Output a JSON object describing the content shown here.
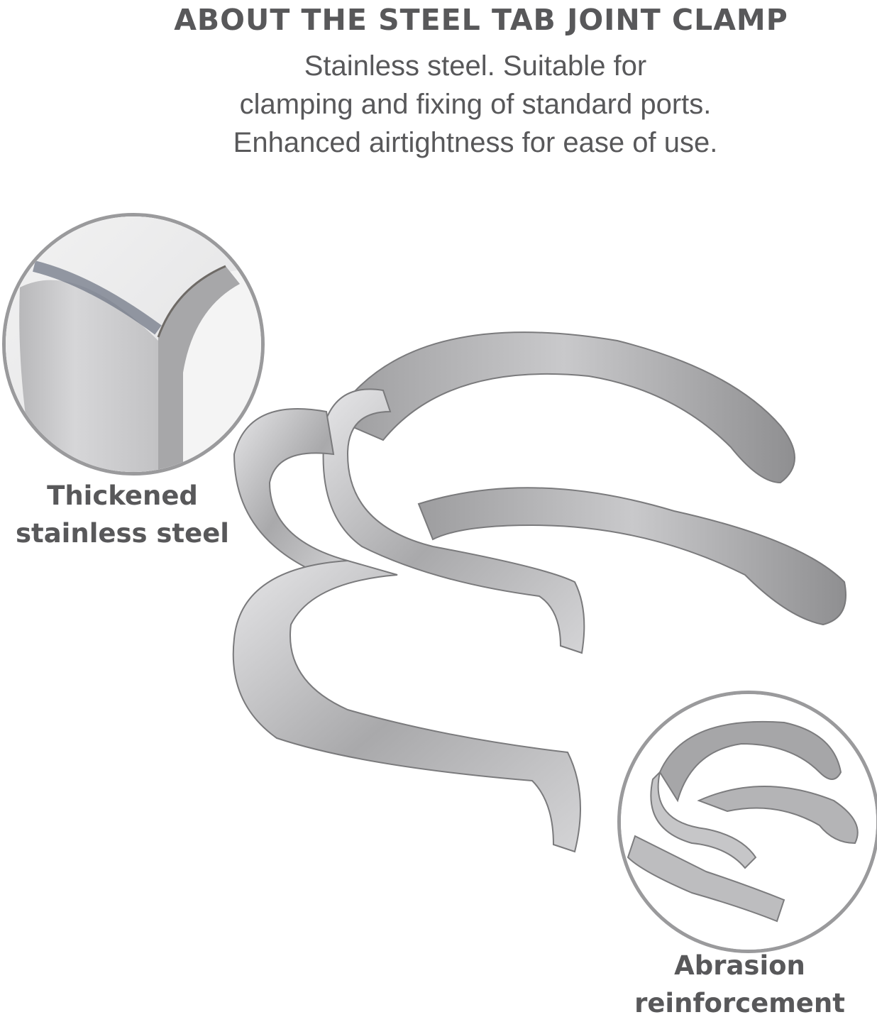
{
  "header": {
    "title": "ABOUT THE STEEL TAB JOINT CLAMP",
    "description_lines": [
      "Stainless steel. Suitable for",
      "clamping and fixing of standard ports.",
      "Enhanced airtightness for ease of use."
    ]
  },
  "callouts": [
    {
      "label_lines": [
        "Thickened",
        "stainless steel"
      ],
      "image": "close-up of thickened steel edge"
    },
    {
      "label_lines": [
        "Abrasion",
        "reinforcement"
      ],
      "image": "close-up of clamp arms"
    }
  ],
  "product_image": "stainless steel tab joint clamp",
  "colors": {
    "text": "#58585a",
    "circle_border": "#9a9a9c",
    "background": "#ffffff"
  }
}
